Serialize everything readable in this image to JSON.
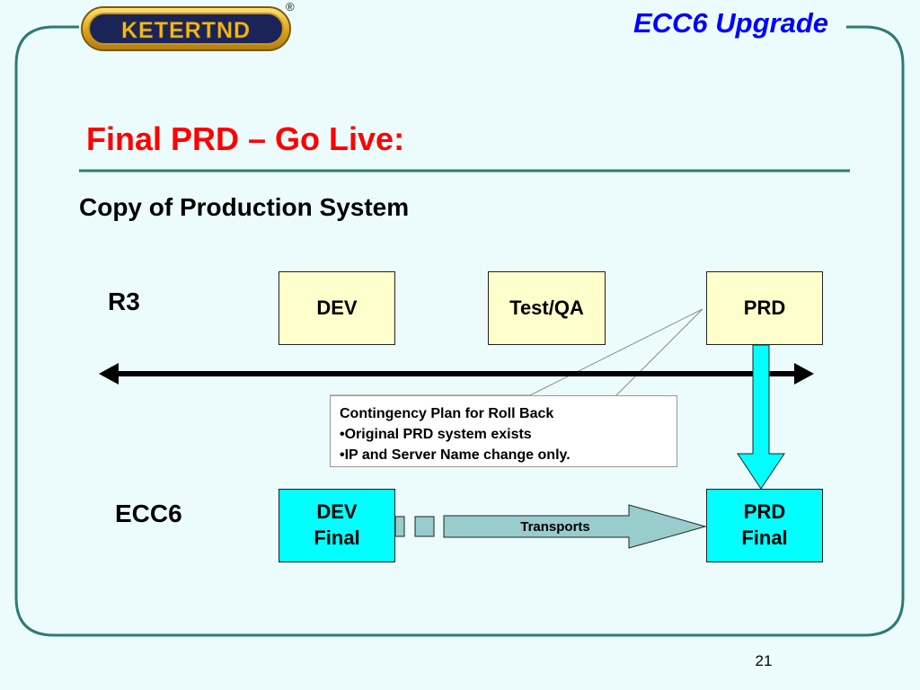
{
  "header": {
    "logo_text": "KETERTND",
    "logo_mark": "®",
    "title": "ECC6 Upgrade"
  },
  "slide": {
    "title": "Final PRD – Go Live:",
    "subtitle": "Copy of Production System",
    "page_number": "21"
  },
  "rows": {
    "r3_label": "R3",
    "ecc6_label": "ECC6"
  },
  "r3_boxes": [
    {
      "label": "DEV"
    },
    {
      "label": "Test/QA"
    },
    {
      "label": "PRD"
    }
  ],
  "ecc6_boxes": {
    "dev_final": {
      "line1": "DEV",
      "line2": "Final"
    },
    "prd_final": {
      "line1": "PRD",
      "line2": "Final"
    }
  },
  "callout": {
    "line1": "Contingency Plan for Roll Back",
    "line2": "•Original PRD system exists",
    "line3": "•IP and Server Name change only."
  },
  "transports": {
    "label": "Transports"
  },
  "colors": {
    "background": "#ecfcfc",
    "frame": "#2e7b74",
    "title": "#ff0000",
    "header_title": "#0000ff",
    "r3_box": "#ffffcc",
    "ecc6_box": "#00ffff",
    "transport_arrow": "#99cccc"
  }
}
